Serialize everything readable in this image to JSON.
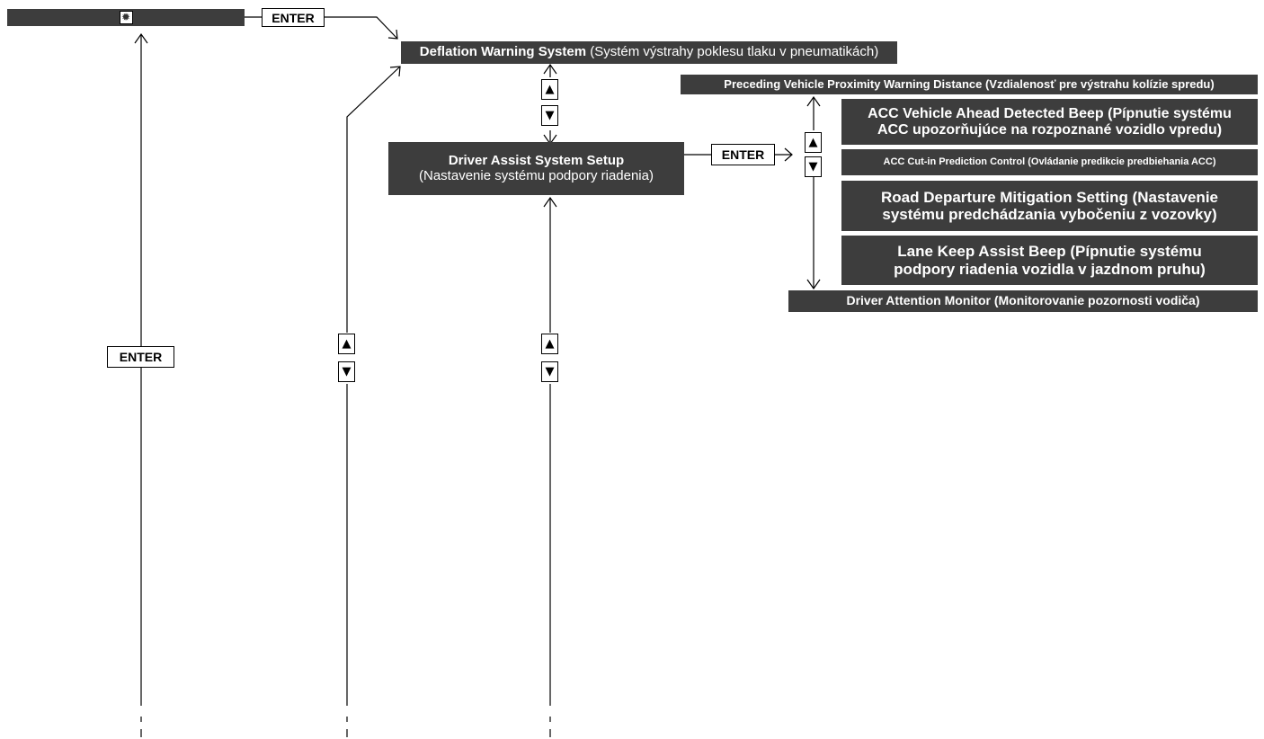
{
  "root": {
    "icon": "gear-icon",
    "icon_glyph": "✹"
  },
  "enter_label": "ENTER",
  "up_glyph": "▲",
  "down_glyph": "▼",
  "deflation": {
    "title": "Deflation Warning System",
    "subtitle": "(Systém výstrahy poklesu tlaku v pneumatikách)"
  },
  "driver_assist": {
    "title": "Driver Assist System Setup",
    "subtitle": "(Nastavenie systému podpory riadenia)"
  },
  "submenu": {
    "preceding": "Preceding Vehicle Proximity Warning Distance  (Vzdialenosť pre výstrahu kolízie spredu)",
    "acc_beep_1": "ACC Vehicle Ahead Detected Beep  (Pípnutie systému",
    "acc_beep_2": "ACC upozorňujúce na rozpoznané vozidlo vpredu)",
    "acc_cutin": "ACC Cut-in Prediction Control  (Ovládanie predikcie predbiehania ACC)",
    "road_1": "Road Departure Mitigation Setting (Nastavenie",
    "road_2": "systému predchádzania vybočeniu z vozovky)",
    "lane_1": "Lane Keep Assist Beep (Pípnutie systému",
    "lane_2": "podpory riadenia vozidla v jazdnom pruhu)",
    "attention": "Driver Attention Monitor (Monitorovanie pozornosti vodiča)"
  }
}
